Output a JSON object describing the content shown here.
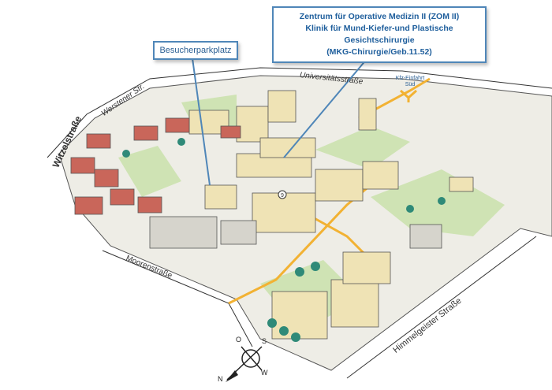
{
  "callouts": {
    "zom": [
      "Zentrum für Operative Medizin II (ZOM II)",
      "Klinik für Mund-Kiefer-und Plastische Gesichtschirurgie",
      "(MKG-Chirurgie/Geb.11.52)"
    ],
    "parking": "Besucherparkplatz"
  },
  "streets": {
    "universitaet": "Universitätsstraße",
    "werstener": "Werstener Str.",
    "witzel": "Witzelstraße",
    "mooren": "Moorenstraße",
    "himmelgeister": "Himmelgeister Straße"
  },
  "entrance": {
    "line1": "Kfz-Einfahrt",
    "line2": "Süd"
  },
  "building_marker": "9",
  "compass": {
    "n": "N",
    "o": "O",
    "s": "S",
    "w": "W"
  },
  "colors": {
    "callout_border": "#4f86b8",
    "callout_text": "#1e5e9c",
    "road": "#f2b233",
    "building": "#efe3b5",
    "green": "#cfe3b4"
  }
}
